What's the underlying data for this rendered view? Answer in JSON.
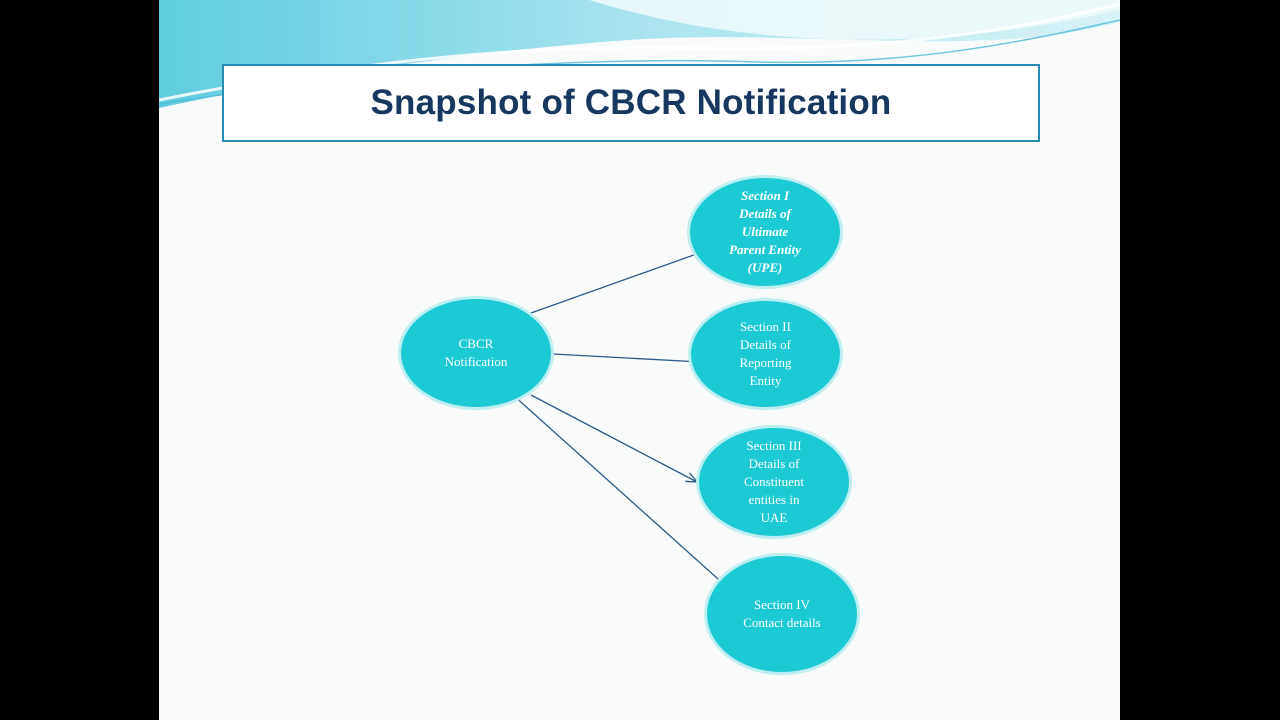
{
  "slide": {
    "title": "Snapshot of CBCR Notification"
  },
  "diagram": {
    "root": {
      "label": "CBCR\nNotification"
    },
    "sections": [
      {
        "label": "Section I\nDetails of\nUltimate\nParent Entity\n(UPE)",
        "italic": true
      },
      {
        "label": "Section II\nDetails of\nReporting\nEntity",
        "italic": false
      },
      {
        "label": "Section III\nDetails of\nConstituent\nentities in\nUAE",
        "italic": false
      },
      {
        "label": "Section IV\nContact details",
        "italic": false
      }
    ]
  },
  "colors": {
    "node_fill": "#1ccad6",
    "title_text": "#17375e",
    "title_border": "#2a8cb4",
    "arrow": "#2c5a88"
  }
}
